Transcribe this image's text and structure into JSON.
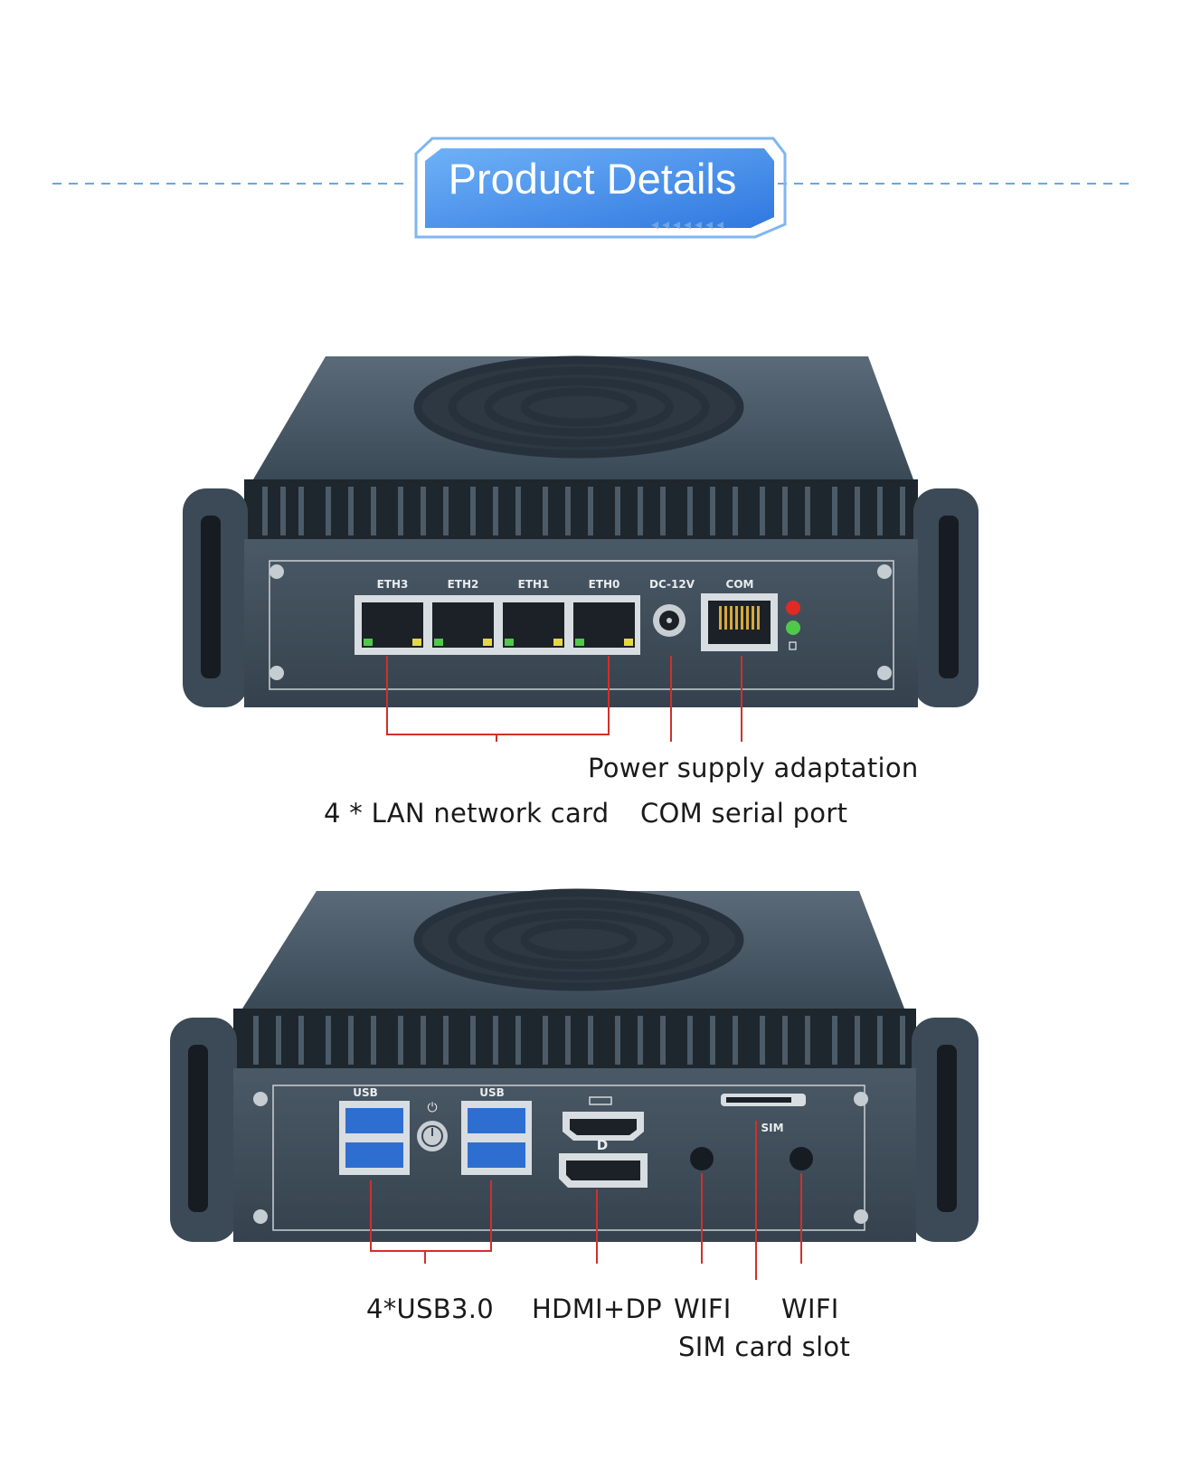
{
  "header": {
    "title": "Product Details"
  },
  "colors": {
    "accent_blue": "#4a90e8",
    "callout_red": "#d0302b",
    "chassis": "#3e4e5c"
  },
  "device_top": {
    "port_labels": [
      "ETH3",
      "ETH2",
      "ETH1",
      "ETH0",
      "DC-12V",
      "COM"
    ],
    "callouts": {
      "lan": "4 * LAN network card",
      "power": "Power supply adaptation",
      "com": "COM serial port"
    }
  },
  "device_bottom": {
    "port_labels": {
      "usb_left": "USB",
      "usb_right": "USB",
      "sim": "SIM"
    },
    "callouts": {
      "usb": "4*USB3.0",
      "hdmi_dp": "HDMI+DP",
      "wifi_left": "WIFI",
      "wifi_right": "WIFI",
      "sim_slot": "SIM card slot"
    }
  }
}
